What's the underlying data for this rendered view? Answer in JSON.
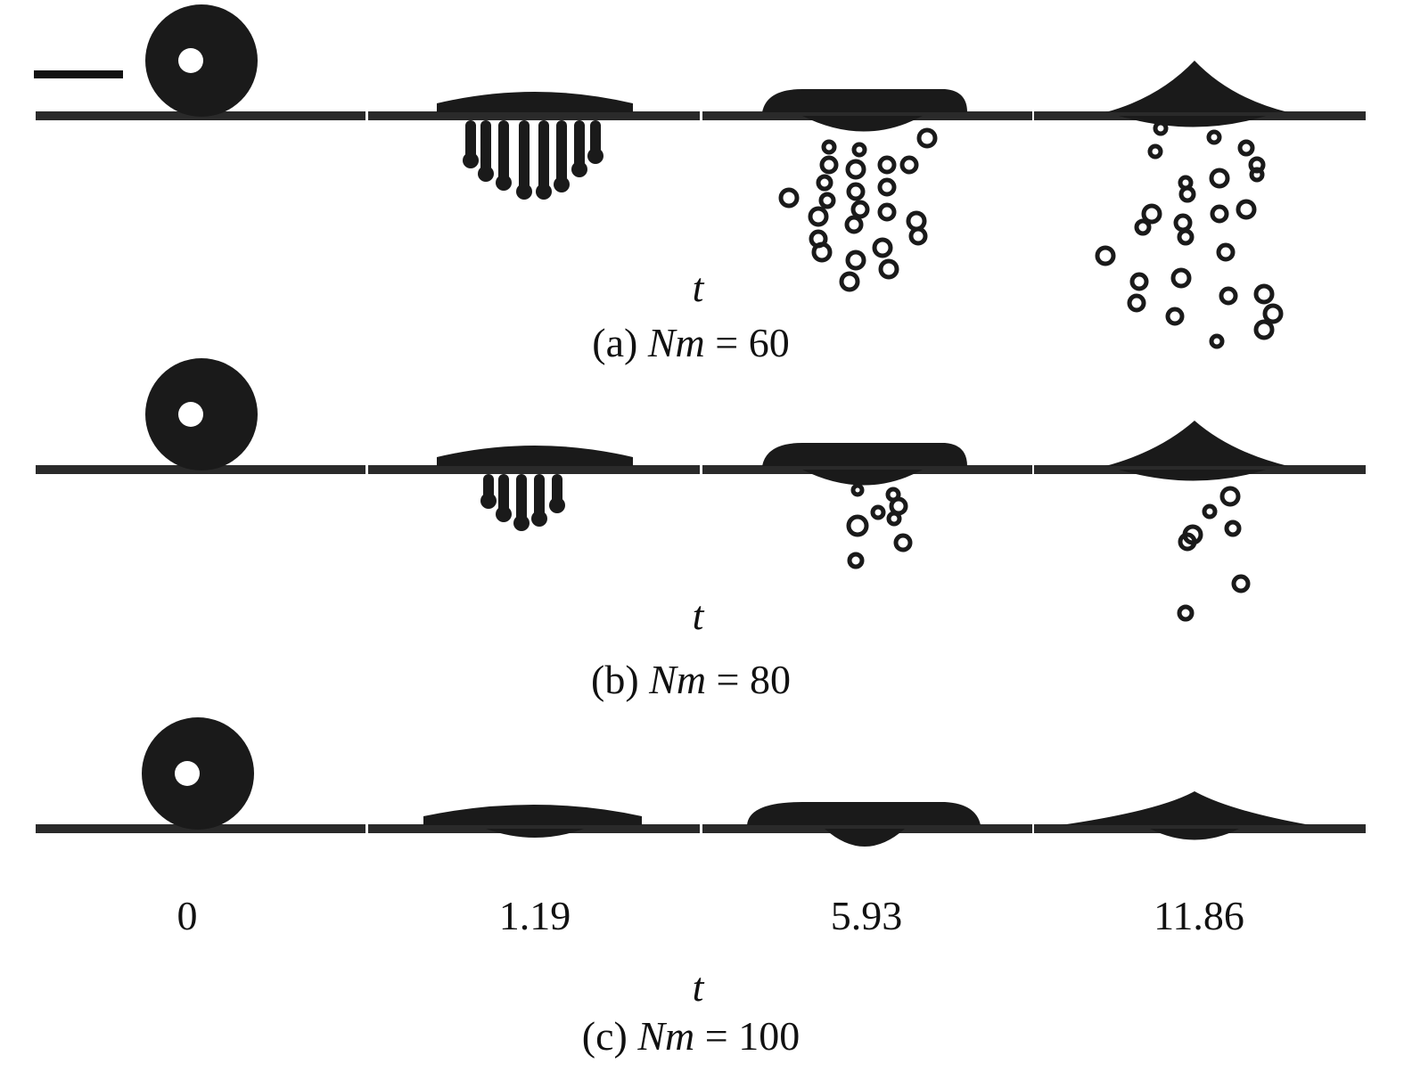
{
  "figure": {
    "time_axis_label": "t",
    "time_values": [
      "0",
      "1.19",
      "5.93",
      "11.86"
    ],
    "panels": [
      {
        "prefix": "(a)",
        "variable": "Nm",
        "value": "= 60"
      },
      {
        "prefix": "(b)",
        "variable": "Nm",
        "value": "= 80"
      },
      {
        "prefix": "(c)",
        "variable": "Nm",
        "value": "= 100"
      }
    ]
  }
}
